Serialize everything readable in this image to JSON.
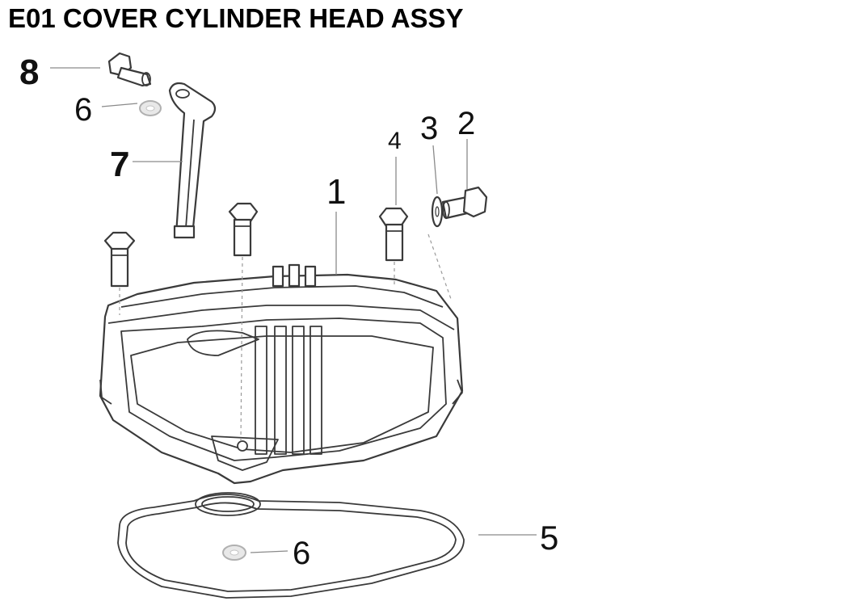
{
  "title": "E01 COVER CYLINDER HEAD ASSY",
  "callouts": [
    {
      "id": "c8",
      "number": "8"
    },
    {
      "id": "c6-top",
      "number": "6"
    },
    {
      "id": "c7",
      "number": "7"
    },
    {
      "id": "c4",
      "number": "4"
    },
    {
      "id": "c3",
      "number": "3"
    },
    {
      "id": "c2",
      "number": "2"
    },
    {
      "id": "c1",
      "number": "1"
    },
    {
      "id": "c5",
      "number": "5"
    },
    {
      "id": "c6-bottom",
      "number": "6"
    }
  ]
}
